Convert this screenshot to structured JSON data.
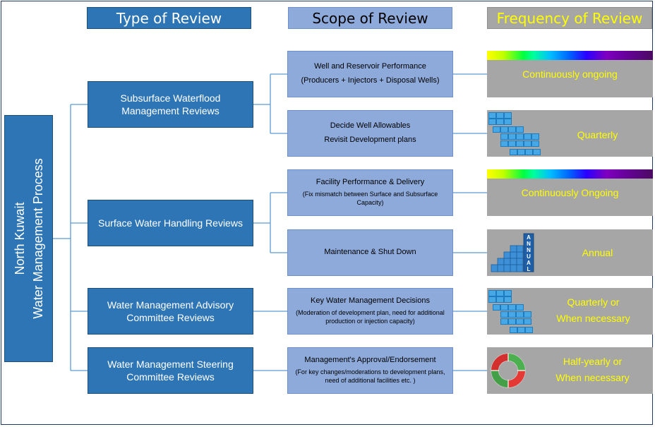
{
  "headers": {
    "type": "Type of Review",
    "scope": "Scope of Review",
    "frequency": "Frequency of Review"
  },
  "root": {
    "line1": "North Kuwait",
    "line2": "Water Management Process"
  },
  "types": [
    {
      "line1": "Subsurface Waterflood",
      "line2": "Management Reviews"
    },
    {
      "line1": "Surface Water Handling Reviews",
      "line2": ""
    },
    {
      "line1": "Water Management Advisory",
      "line2": "Committee Reviews"
    },
    {
      "line1": "Water Management Steering",
      "line2": "Committee Reviews"
    }
  ],
  "scopes": [
    {
      "main": "Well and Reservoir Performance",
      "main2": "(Producers + Injectors + Disposal Wells)",
      "sub": ""
    },
    {
      "main": "Decide Well Allowables",
      "main2": "Revisit Development plans",
      "sub": ""
    },
    {
      "main": "Facility Performance & Delivery",
      "main2": "",
      "sub": "(Fix mismatch between Surface and Subsurface Capacity)"
    },
    {
      "main": "Maintenance & Shut Down",
      "main2": "",
      "sub": ""
    },
    {
      "main": "Key Water Management Decisions",
      "main2": "",
      "sub": "(Moderation of development plan, need for additional production or injection capacity)"
    },
    {
      "main": "Management's Approval/Endorsement",
      "main2": "",
      "sub": "(For key changes/moderations to development plans, need of additional facilities etc. )"
    }
  ],
  "frequencies": [
    {
      "text": "Continuously ongoing",
      "icon": "spectrum-icon"
    },
    {
      "text": "Quarterly",
      "icon": "calendar-icon"
    },
    {
      "text": "Continuously Ongoing",
      "icon": "spectrum-icon"
    },
    {
      "text": "Annual",
      "icon": "annual-stairs-icon",
      "icon_label": "ANNUAL"
    },
    {
      "text": "Quarterly or",
      "text2": "When necessary",
      "icon": "calendar-icon"
    },
    {
      "text": "Half-yearly or",
      "text2": "When necessary",
      "icon": "cycle-ring-icon"
    }
  ],
  "colors": {
    "type_box": "#2e75b6",
    "scope_box": "#8eaadb",
    "frequency_box": "#a6a6a6",
    "frequency_text": "#ffff00",
    "connector": "#5b9bd5"
  }
}
